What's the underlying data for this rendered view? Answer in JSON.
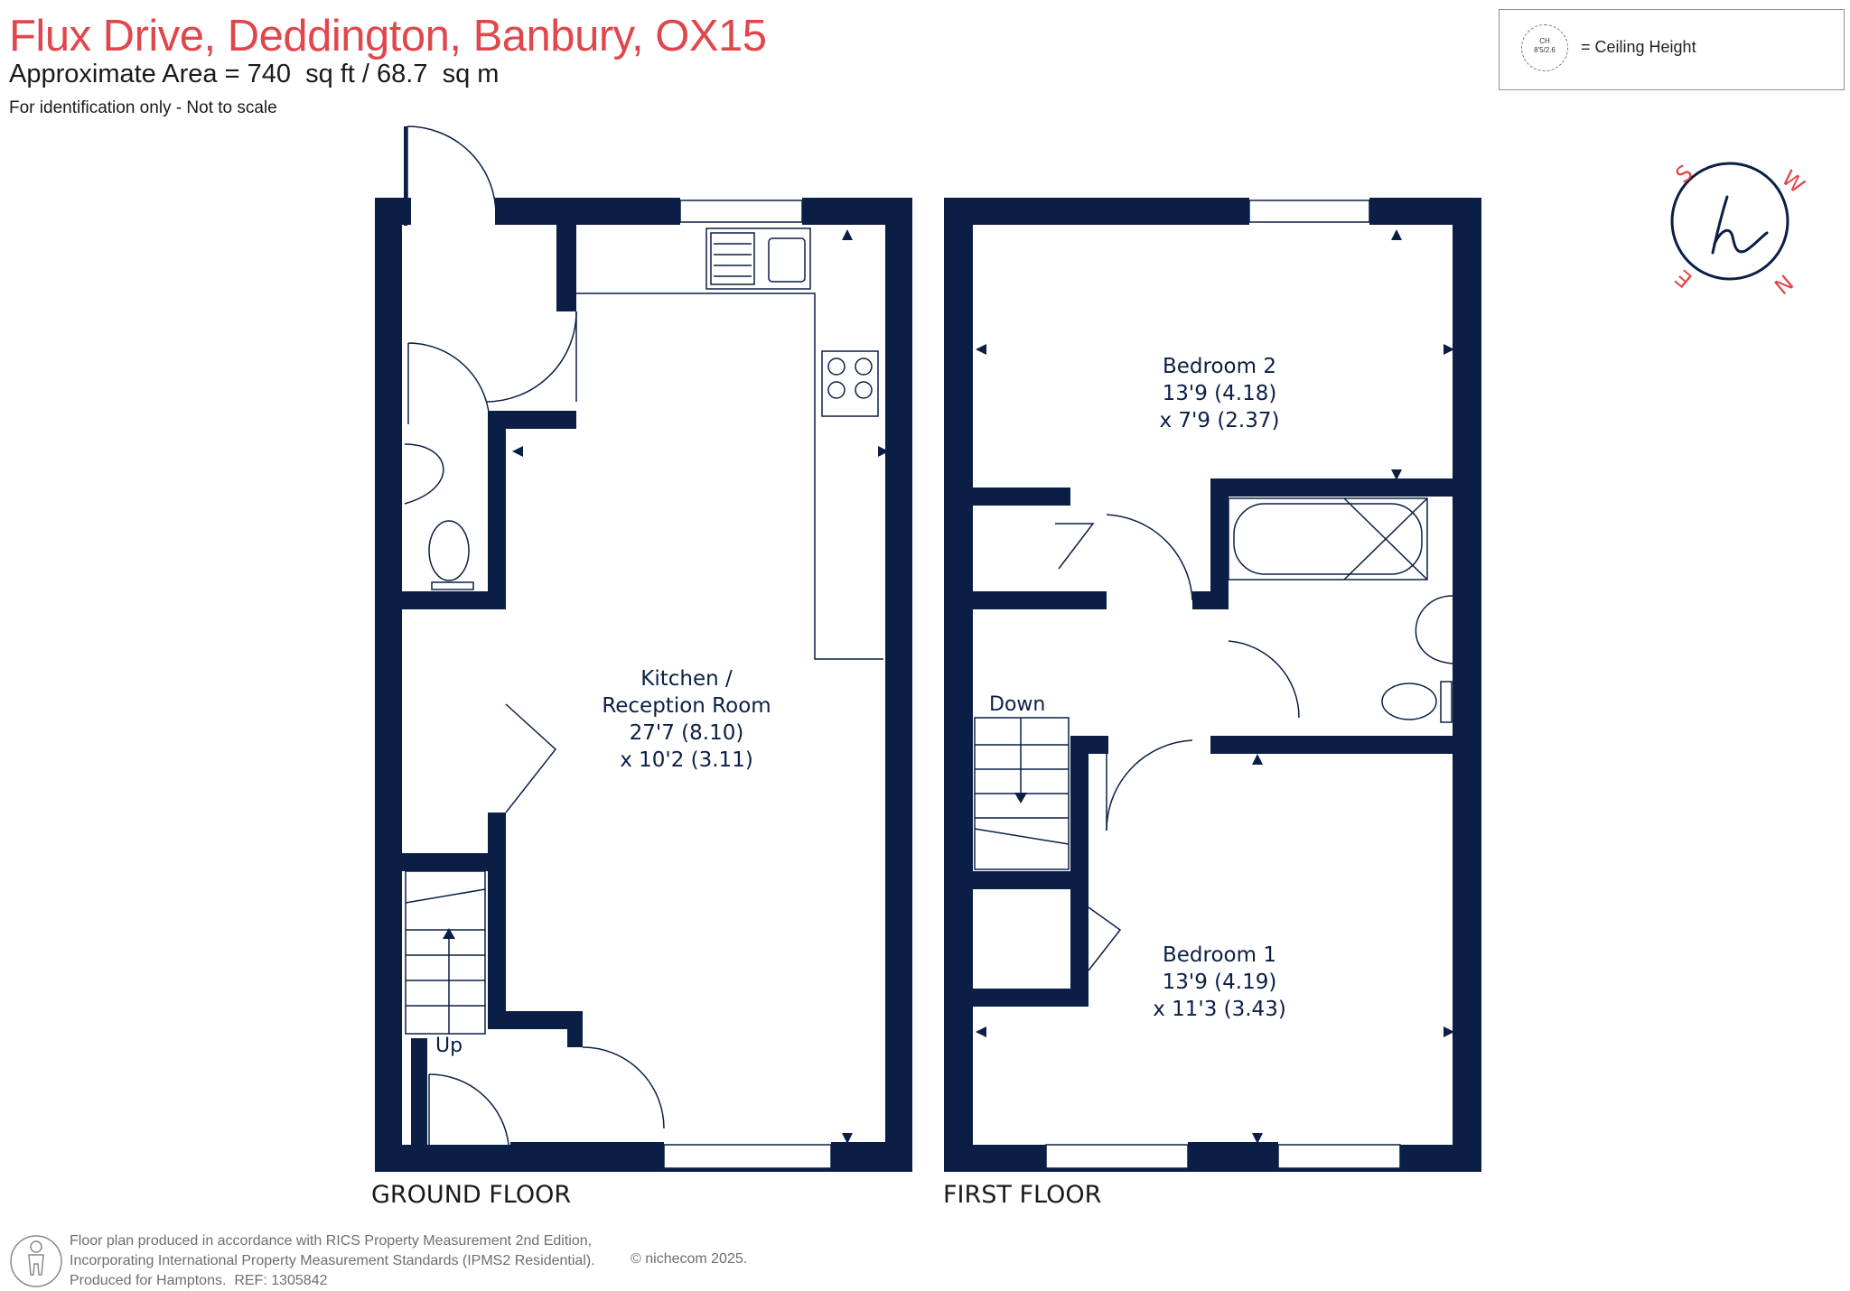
{
  "header": {
    "title": "Flux Drive, Deddington, Banbury, OX15",
    "area": "Approximate Area = 740  sq ft / 68.7  sq m",
    "note": "For identification only - Not to scale"
  },
  "legend": {
    "ch_abbrev": "CH",
    "ch_example": "8'5/2.6",
    "label": "= Ceiling Height"
  },
  "floors": {
    "ground": {
      "label": "GROUND FLOOR",
      "rooms": [
        {
          "name": "Kitchen /",
          "name2": "Reception Room",
          "dim1": "27'7 (8.10)",
          "dim2": "x 10'2 (3.11)"
        }
      ],
      "stairs": "Up"
    },
    "first": {
      "label": "FIRST FLOOR",
      "rooms": [
        {
          "name": "Bedroom 2",
          "dim1": "13'9 (4.18)",
          "dim2": "x 7'9 (2.37)"
        },
        {
          "name": "Bedroom 1",
          "dim1": "13'9 (4.19)",
          "dim2": "x 11'3 (3.43)"
        }
      ],
      "stairs": "Down"
    }
  },
  "compass": {
    "n": "N",
    "e": "E",
    "s": "S",
    "w": "W",
    "logo": "h"
  },
  "footer": {
    "line1": "Floor plan produced in accordance with RICS Property Measurement 2nd Edition,",
    "line2": "Incorporating International Property Measurement Standards (IPMS2 Residential).",
    "line3": "Produced for Hamptons.",
    "ref": "REF:  1305842",
    "copyright": "© nichecom 2025."
  },
  "colors": {
    "wall": "#0b1f46",
    "title": "#e0474c",
    "compass": "#e0474c",
    "footer_text": "#6e6e6e"
  }
}
